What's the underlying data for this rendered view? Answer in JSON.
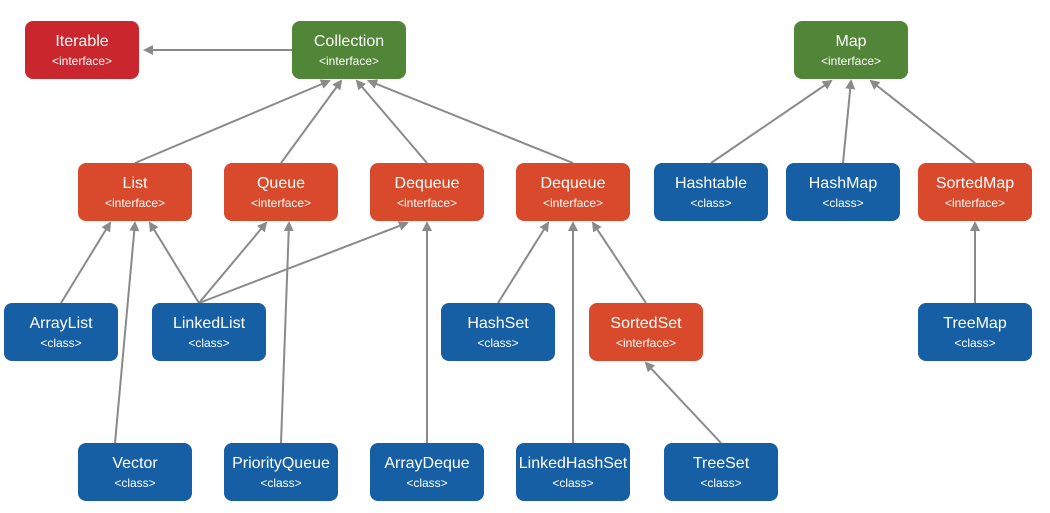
{
  "nodes": {
    "iterable": {
      "name": "Iterable",
      "kind": "<interface>"
    },
    "collection": {
      "name": "Collection",
      "kind": "<interface>"
    },
    "map": {
      "name": "Map",
      "kind": "<interface>"
    },
    "list": {
      "name": "List",
      "kind": "<interface>"
    },
    "queue": {
      "name": "Queue",
      "kind": "<interface>"
    },
    "dequeue1": {
      "name": "Dequeue",
      "kind": "<interface>"
    },
    "dequeue2": {
      "name": "Dequeue",
      "kind": "<interface>"
    },
    "hashtable": {
      "name": "Hashtable",
      "kind": "<class>"
    },
    "hashmap": {
      "name": "HashMap",
      "kind": "<class>"
    },
    "sortedmap": {
      "name": "SortedMap",
      "kind": "<interface>"
    },
    "arraylist": {
      "name": "ArrayList",
      "kind": "<class>"
    },
    "linkedlist": {
      "name": "LinkedList",
      "kind": "<class>"
    },
    "hashset": {
      "name": "HashSet",
      "kind": "<class>"
    },
    "sortedset": {
      "name": "SortedSet",
      "kind": "<interface>"
    },
    "treemap": {
      "name": "TreeMap",
      "kind": "<class>"
    },
    "vector": {
      "name": "Vector",
      "kind": "<class>"
    },
    "priorityqueue": {
      "name": "PriorityQueue",
      "kind": "<class>"
    },
    "arraydeque": {
      "name": "ArrayDeque",
      "kind": "<class>"
    },
    "linkedhashset": {
      "name": "LinkedHashSet",
      "kind": "<class>"
    },
    "treeset": {
      "name": "TreeSet",
      "kind": "<class>"
    }
  },
  "edges": [
    {
      "from": "collection",
      "to": "iterable"
    },
    {
      "from": "list",
      "to": "collection"
    },
    {
      "from": "queue",
      "to": "collection"
    },
    {
      "from": "dequeue1",
      "to": "collection"
    },
    {
      "from": "dequeue2",
      "to": "collection"
    },
    {
      "from": "hashtable",
      "to": "map"
    },
    {
      "from": "hashmap",
      "to": "map"
    },
    {
      "from": "sortedmap",
      "to": "map"
    },
    {
      "from": "arraylist",
      "to": "list"
    },
    {
      "from": "vector",
      "to": "list"
    },
    {
      "from": "linkedlist",
      "to": "list"
    },
    {
      "from": "linkedlist",
      "to": "queue"
    },
    {
      "from": "linkedlist",
      "to": "dequeue1"
    },
    {
      "from": "priorityqueue",
      "to": "queue"
    },
    {
      "from": "arraydeque",
      "to": "dequeue1"
    },
    {
      "from": "hashset",
      "to": "dequeue2"
    },
    {
      "from": "linkedhashset",
      "to": "dequeue2"
    },
    {
      "from": "sortedset",
      "to": "dequeue2"
    },
    {
      "from": "treeset",
      "to": "sortedset"
    },
    {
      "from": "treemap",
      "to": "sortedmap"
    }
  ],
  "colors": {
    "interface": "#d84a2b",
    "class": "#175fa5",
    "root": "#518537",
    "iterable": "#c9272d",
    "arrow": "#8a8a8a"
  }
}
